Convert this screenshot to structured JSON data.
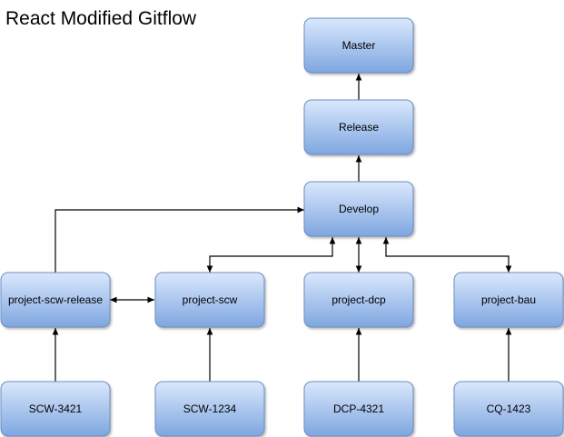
{
  "title": "React Modified Gitflow",
  "nodes": {
    "master": "Master",
    "release": "Release",
    "develop": "Develop",
    "project_scw_release": "project-scw-release",
    "project_scw": "project-scw",
    "project_dcp": "project-dcp",
    "project_bau": "project-bau",
    "scw_3421": "SCW-3421",
    "scw_1234": "SCW-1234",
    "dcp_4321": "DCP-4321",
    "cq_1423": "CQ-1423"
  },
  "colors": {
    "node_fill_top": "#dae8fc",
    "node_fill_bottom": "#7ea6e0",
    "node_stroke": "#6c8ebf",
    "edge": "#000000"
  }
}
